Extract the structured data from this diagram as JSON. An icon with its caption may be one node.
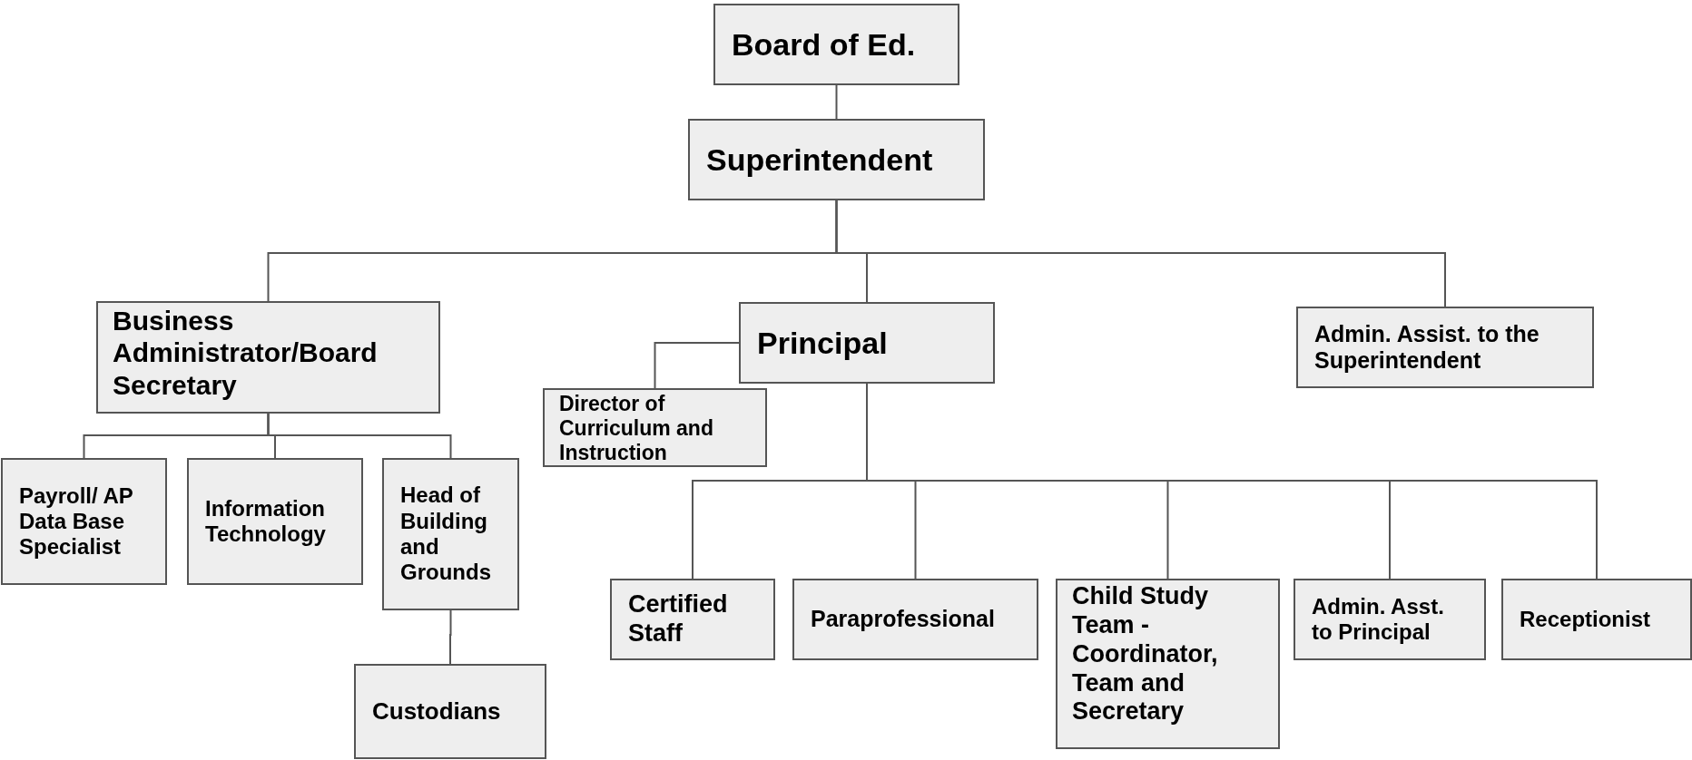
{
  "diagram": {
    "nodes": [
      {
        "text": [
          "Board of Ed."
        ]
      },
      {
        "text": [
          "Superintendent"
        ]
      },
      {
        "text": [
          "Business Administrator/Board Secretary"
        ]
      },
      {
        "text": [
          "Principal"
        ]
      },
      {
        "text": [
          "Admin. Assist. to the Superintendent"
        ]
      },
      {
        "text": [
          "Director of Curriculum and Instruction"
        ]
      },
      {
        "text": [
          "Payroll/ AP Data Base Specialist"
        ]
      },
      {
        "text": [
          "Information Technology"
        ]
      },
      {
        "text": [
          "Head of Building and Grounds"
        ]
      },
      {
        "text": [
          "Custodians"
        ]
      },
      {
        "text": [
          "Certified Staff"
        ]
      },
      {
        "text": [
          "Paraprofessional"
        ]
      },
      {
        "text": [
          "Child Study Team - Coordinator, Team and Secretary"
        ]
      },
      {
        "text": [
          "Admin. Asst. to Principal"
        ]
      },
      {
        "text": [
          "Receptionist"
        ]
      }
    ],
    "edges": [
      {
        "from": 0,
        "to": 1,
        "arrow": "none"
      },
      {
        "from": 1,
        "to": 2,
        "arrow": "none"
      },
      {
        "from": 1,
        "to": 3,
        "arrow": "none"
      },
      {
        "from": 1,
        "to": 4,
        "arrow": "none"
      },
      {
        "from": 3,
        "to": 5,
        "arrow": "none"
      },
      {
        "from": 2,
        "to": 6,
        "arrow": "none"
      },
      {
        "from": 2,
        "to": 7,
        "arrow": "none"
      },
      {
        "from": 2,
        "to": 8,
        "arrow": "none"
      },
      {
        "from": 8,
        "to": 9,
        "arrow": "none"
      },
      {
        "from": 3,
        "to": 10,
        "arrow": "none"
      },
      {
        "from": 3,
        "to": 11,
        "arrow": "none"
      },
      {
        "from": 3,
        "to": 12,
        "arrow": "none"
      },
      {
        "from": 3,
        "to": 13,
        "arrow": "none"
      },
      {
        "from": 3,
        "to": 14,
        "arrow": "none"
      }
    ]
  }
}
